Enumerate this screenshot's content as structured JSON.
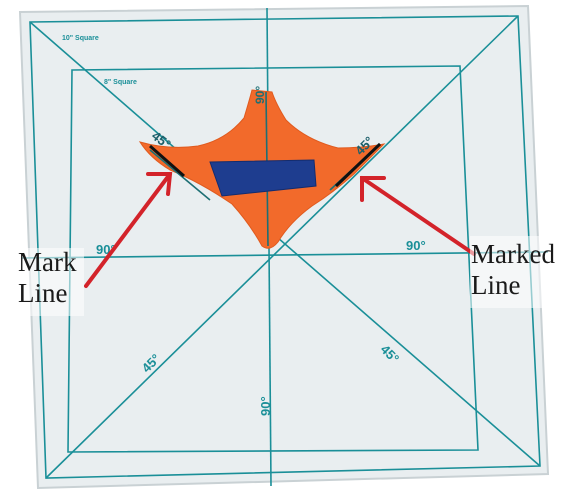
{
  "colors": {
    "background": "#ffffff",
    "ruler": "#e9eef0",
    "grid_line": "#1a8f98",
    "template": "#f26a2b",
    "tape": "#1e3d8f",
    "arrow": "#d3232a",
    "caption_text": "#1a1a1a"
  },
  "ruler_labels": {
    "square_10": "10\" Square",
    "square_8": "8\" Square",
    "angle_top_template": "90°",
    "angle_45_upper_left": "45°",
    "angle_45_upper_right": "45°",
    "angle_90_left": "90°",
    "angle_90_right": "90°",
    "angle_45_lower_left": "45°",
    "angle_45_lower_right": "45°",
    "angle_90_bottom": "90°"
  },
  "callouts": {
    "left_line1": "Mark",
    "left_line2": "Line",
    "right_line1": "Marked",
    "right_line2": "Line"
  }
}
